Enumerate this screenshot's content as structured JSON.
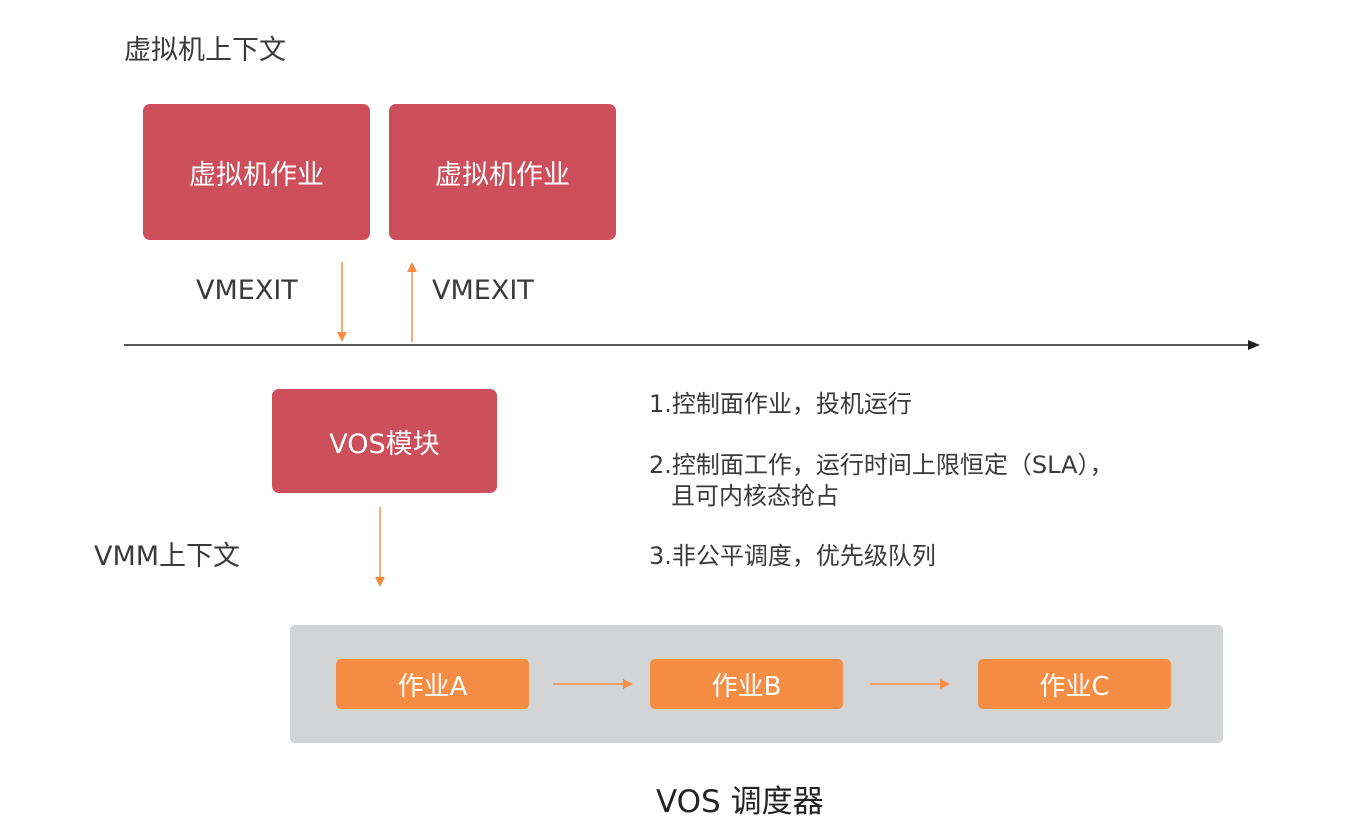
{
  "vm_context": {
    "title": "虚拟机上下文",
    "jobs": [
      "虚拟机作业",
      "虚拟机作业"
    ],
    "exit_labels": [
      "VMEXIT",
      "VMEXIT"
    ]
  },
  "vmm_context": {
    "title": "VMM上下文",
    "module": "VOS模块"
  },
  "notes": [
    {
      "lines": [
        "1.控制面作业，投机运行"
      ]
    },
    {
      "lines": [
        "2.控制面工作，运行时间上限恒定（SLA），",
        "且可内核态抢占"
      ]
    },
    {
      "lines": [
        "3.非公平调度，优先级队列"
      ]
    }
  ],
  "scheduler": {
    "jobs": [
      "作业A",
      "作业B",
      "作业C"
    ],
    "caption": "VOS 调度器"
  },
  "colors": {
    "vm_job": "#cd4f5b",
    "queue_job": "#f58d45",
    "arrow": "#f58d45",
    "timeline": "#222222",
    "panel": "#d3d4d6"
  }
}
